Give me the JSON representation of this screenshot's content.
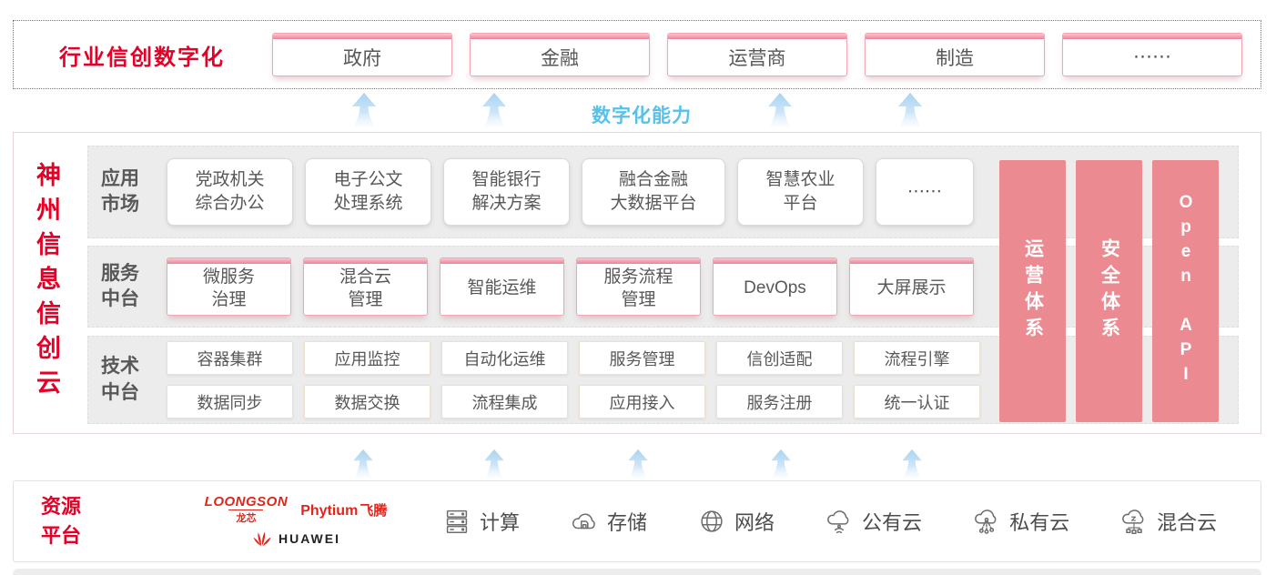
{
  "colors": {
    "red": "#e60027",
    "pink_bar": "#eb8a91",
    "pink_border": "#f1a6b1",
    "blue": "#57c1ea",
    "row_bg": "#ececec",
    "text_dark": "#595757",
    "logo_red": "#e1251b"
  },
  "top_banner": {
    "title": "行业信创数字化",
    "categories": [
      "政府",
      "金融",
      "运营商",
      "制造",
      "⋯⋯"
    ]
  },
  "capability_label": "数字化能力",
  "main": {
    "vertical_title": "神州信息信创云",
    "rows": [
      {
        "label": "应用\n市场",
        "items": [
          "党政机关\n综合办公",
          "电子公文\n处理系统",
          "智能银行\n解决方案",
          "融合金融\n大数据平台",
          "智慧农业\n平台",
          "⋯⋯"
        ]
      },
      {
        "label": "服务\n中台",
        "items": [
          "微服务\n治理",
          "混合云\n管理",
          "智能运维",
          "服务流程\n管理",
          "DevOps",
          "大屏展示"
        ]
      },
      {
        "label": "技术\n中台",
        "items_row1": [
          "容器集群",
          "应用监控",
          "自动化运维",
          "服务管理",
          "信创适配",
          "流程引擎"
        ],
        "items_row2": [
          "数据同步",
          "数据交换",
          "流程集成",
          "应用接入",
          "服务注册",
          "统一认证"
        ]
      }
    ],
    "side_bars": [
      "运营体系",
      "安全体系",
      "Open API"
    ]
  },
  "resources": {
    "label": "资源\n平台",
    "vendors": [
      {
        "name": "LOONGSON",
        "sub": "龙芯"
      },
      {
        "name": "Phytium",
        "sub": "飞腾"
      },
      {
        "name": "HUAWEI"
      }
    ],
    "items": [
      {
        "icon": "compute-icon",
        "label": "计算"
      },
      {
        "icon": "storage-icon",
        "label": "存储"
      },
      {
        "icon": "network-icon",
        "label": "网络"
      },
      {
        "icon": "public-cloud-icon",
        "label": "公有云"
      },
      {
        "icon": "private-cloud-icon",
        "label": "私有云"
      },
      {
        "icon": "hybrid-cloud-icon",
        "label": "混合云"
      }
    ]
  }
}
